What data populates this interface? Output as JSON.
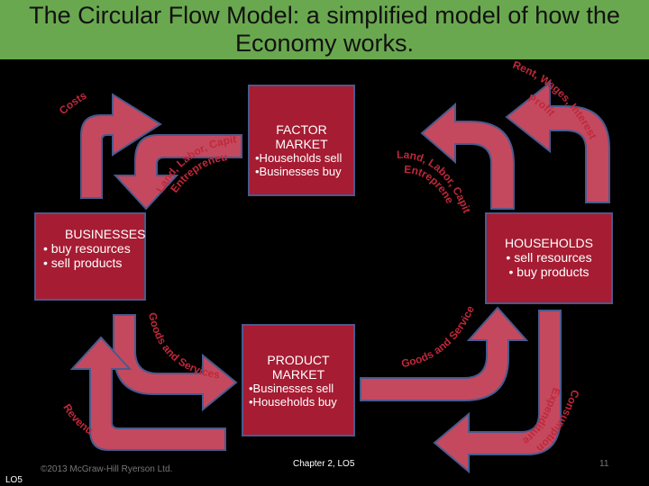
{
  "title": "The Circular Flow Model: a simplified model of how the Economy works.",
  "factor_market": {
    "title_1": "FACTOR",
    "title_2": "MARKET",
    "b1": "•Households sell",
    "b2": "•Businesses buy"
  },
  "product_market": {
    "title_1": "PRODUCT",
    "title_2": "MARKET",
    "b1": "•Businesses sell",
    "b2": "•Households buy"
  },
  "businesses": {
    "title": "BUSINESSES",
    "b1": "• buy resources",
    "b2": "• sell products"
  },
  "households": {
    "title": "HOUSEHOLDS",
    "b1": "• sell resources",
    "b2": "• buy products"
  },
  "labels": {
    "costs": "Costs",
    "rent_wages": "Rent, Wages, Interest,",
    "profits": "Profits",
    "land_labor_left": "Land, Labor, Capital,",
    "entrepreneur_left": "Entrepreneur",
    "land_labor_right": "Land, Labor, Capital,",
    "entrepreneur_right": "Entrepreneur",
    "goods_left": "Goods and Services",
    "goods_right": "Goods and Services",
    "revenue": "Revenue",
    "consumption": "Consumption",
    "expenditures": "Expenditures"
  },
  "footer": {
    "copyright": "©2013 McGraw-Hill Ryerson Ltd.",
    "chapter": "Chapter 2, LO5",
    "page": "11",
    "lo": "LO5"
  },
  "colors": {
    "arrow_fill": "#c4495f",
    "arrow_stroke": "#4a5a8c",
    "box_fill": "#a61c33",
    "title_bar": "#6aa84f"
  }
}
